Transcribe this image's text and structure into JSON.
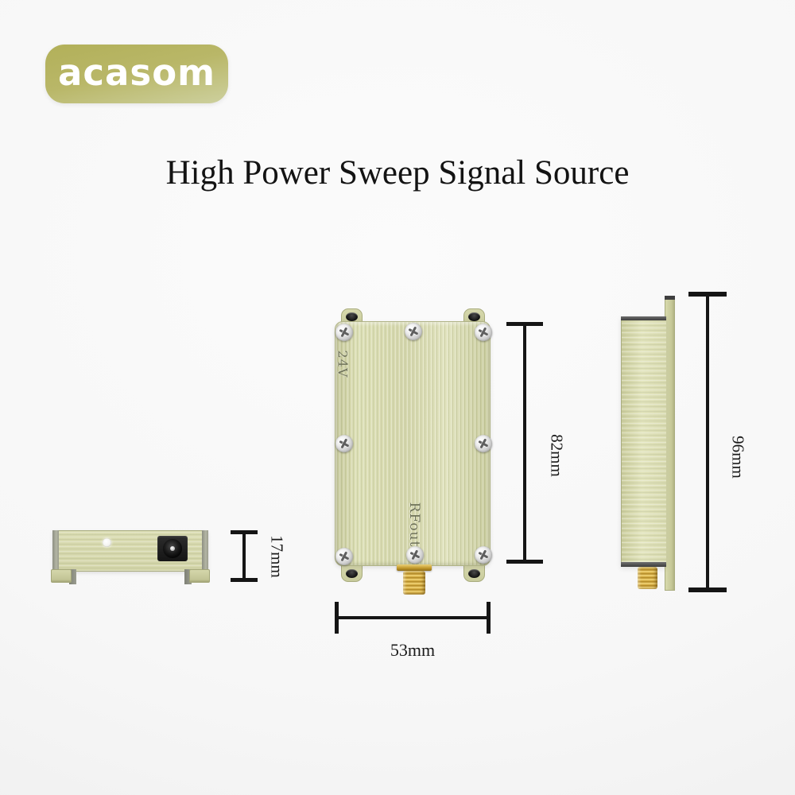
{
  "brand": {
    "logo_text": "acasom"
  },
  "header": {
    "title": "High Power Sweep Signal Source"
  },
  "views": {
    "front": {
      "voltage_label": "24V",
      "rf_label": "RFout"
    }
  },
  "dimensions": {
    "side_height": "17mm",
    "front_height": "82mm",
    "front_width": "53mm",
    "profile_height": "96mm"
  },
  "colors": {
    "accent_olive": "#b2b059",
    "accent_olive_light": "#cdd09e",
    "plate_khaki": "#d8dab0",
    "sma_gold": "#d0a63a",
    "dimension_ink": "#151515",
    "background": "#f7f7f7"
  }
}
